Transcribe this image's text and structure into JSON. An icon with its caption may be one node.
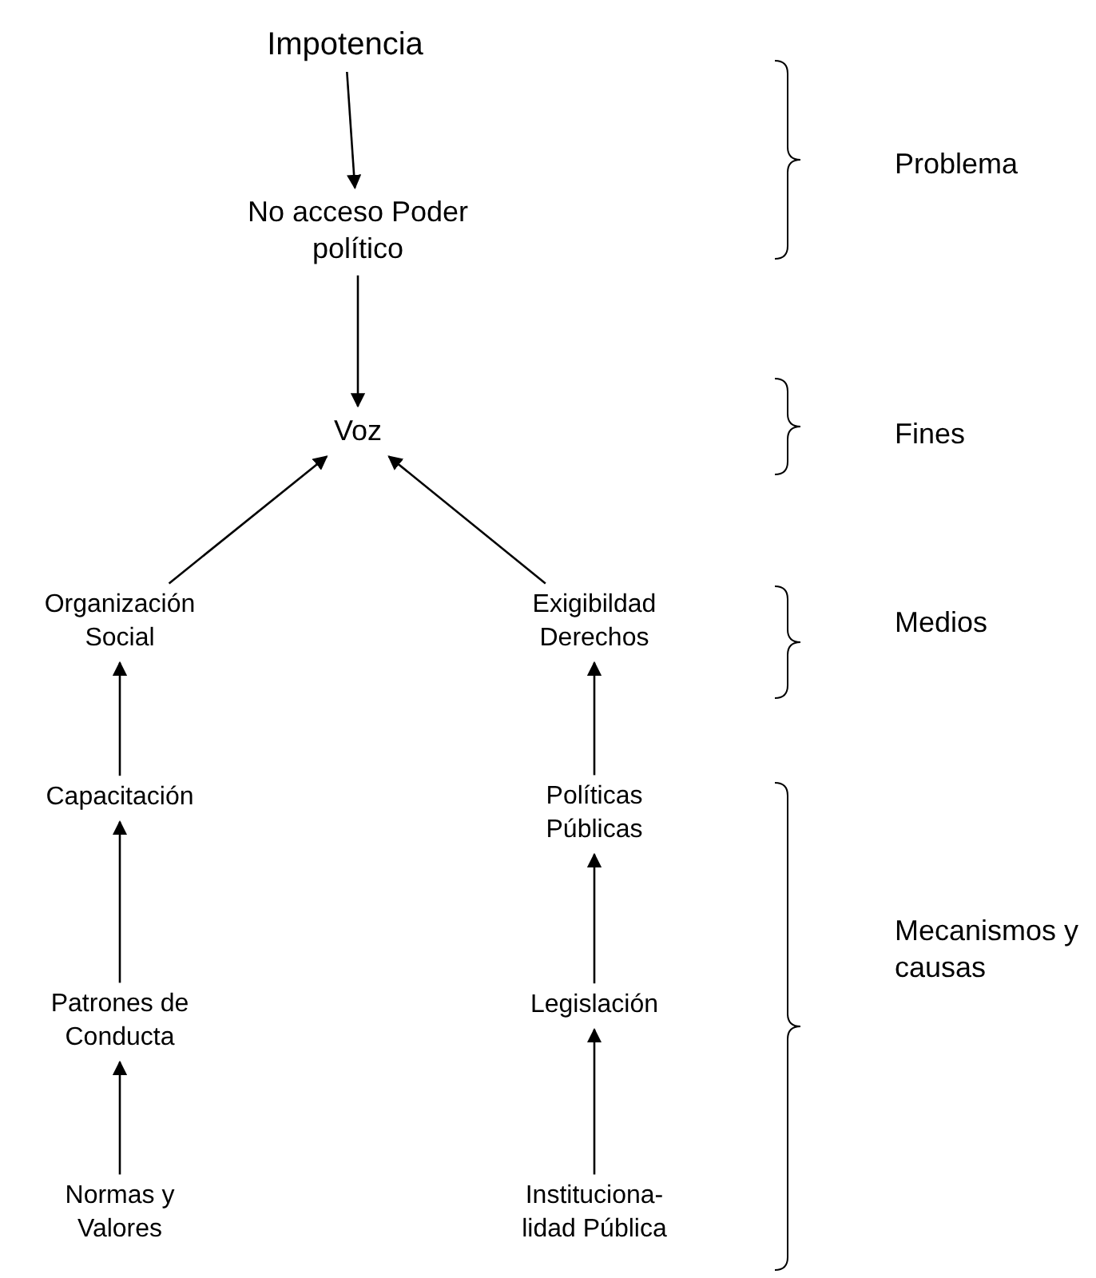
{
  "diagram": {
    "nodes": [
      {
        "text": [
          "Impotencia"
        ]
      },
      {
        "text": [
          "No acceso Poder político"
        ]
      },
      {
        "text": [
          "Voz"
        ]
      },
      {
        "text": [
          "Organización Social"
        ]
      },
      {
        "text": [
          "Exigibildad Derechos"
        ]
      },
      {
        "text": [
          "Capacitación"
        ]
      },
      {
        "text": [
          "Políticas Públicas"
        ]
      },
      {
        "text": [
          "Patrones de Conducta"
        ]
      },
      {
        "text": [
          "Legislación"
        ]
      },
      {
        "text": [
          "Normas y Valores"
        ]
      },
      {
        "text": [
          "Instituciona- lidad Pública"
        ]
      }
    ],
    "edges": [
      {
        "from": 0,
        "to": 1,
        "arrow": "to"
      },
      {
        "from": 1,
        "to": 2,
        "arrow": "to"
      },
      {
        "from": 3,
        "to": 2,
        "arrow": "to"
      },
      {
        "from": 4,
        "to": 2,
        "arrow": "to"
      },
      {
        "from": 5,
        "to": 3,
        "arrow": "to"
      },
      {
        "from": 7,
        "to": 5,
        "arrow": "to"
      },
      {
        "from": 9,
        "to": 7,
        "arrow": "to"
      },
      {
        "from": 6,
        "to": 4,
        "arrow": "to"
      },
      {
        "from": 8,
        "to": 6,
        "arrow": "to"
      },
      {
        "from": 10,
        "to": 8,
        "arrow": "to"
      }
    ],
    "labels": [
      "Problema",
      "Fines",
      "Medios",
      "Mecanismos y causas"
    ]
  }
}
